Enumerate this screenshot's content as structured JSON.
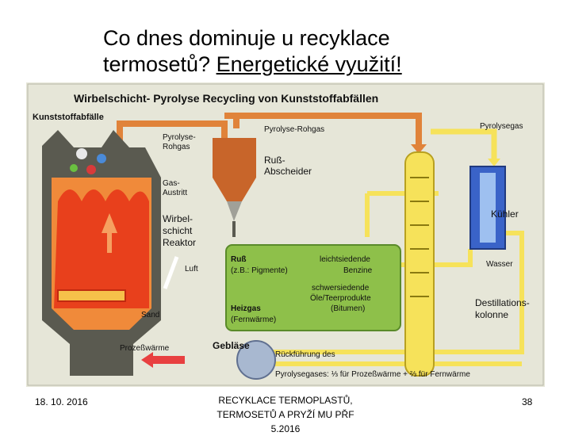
{
  "slide": {
    "title_line1": "Co dnes dominuje u recyklace",
    "title_line2_plain": "termosetů? ",
    "title_line2_underlined": "Energetické využití!",
    "footer_date": "18. 10. 2016",
    "footer_center_line1": "RECYKLACE TERMOPLASTŮ,",
    "footer_center_line2": "TERMOSETŮ A PRYŽÍ MU PŘF",
    "footer_center_line3": "5.2016",
    "page_number": "38"
  },
  "diagram": {
    "heading": "Wirbelschicht- Pyrolyse Recycling von Kunststoffabfällen",
    "labels": {
      "kunststoffabfaelle": "Kunststoffabfälle",
      "pyrolyse_rohgas_top": "Pyrolyse-Rohgas",
      "pyrolyse_rohgas_left_1": "Pyrolyse-",
      "pyrolyse_rohgas_left_2": "Rohgas",
      "pyrolysegas": "Pyrolysegas",
      "russ_abscheider_1": "Ruß-",
      "russ_abscheider_2": "Abscheider",
      "gas_austritt_1": "Gas-",
      "gas_austritt_2": "Austritt",
      "wirbelschicht_1": "Wirbel-",
      "wirbelschicht_2": "schicht",
      "wirbelschicht_3": "Reaktor",
      "luft": "Luft",
      "sand": "Sand",
      "prozesswaerme": "Prozeßwärme",
      "russ": "Ruß",
      "pigmente": "(z.B.: Pigmente)",
      "leichtsiedende_1": "leichtsiedende",
      "leichtsiedende_2": "Benzine",
      "schwersiedende_1": "schwersiedende",
      "schwersiedende_2": "Öle/Teerprodukte",
      "bitumen": "(Bitumen)",
      "heizgas_1": "Heizgas",
      "heizgas_2": "(Fernwärme)",
      "kuehler": "Kühler",
      "wasser": "Wasser",
      "destillations_1": "Destillations-",
      "destillations_2": "kolonne",
      "geblaese": "Gebläse",
      "rueckfuehrung": "Rückführung des",
      "pyrolysegases": "Pyrolysegases: ⅓ für Prozeßwärme + ⅔ für Fernwärme"
    }
  },
  "colors": {
    "background": "#e6e6d8",
    "pipe_orange": "#e0833a",
    "pipe_yellow": "#f6e25a",
    "reactor_dark": "#5a5a50",
    "fire_red": "#e8401c",
    "product_green": "#8ec04a",
    "cooler_blue": "#3a63c8",
    "cyclone_orange": "#c8652a"
  }
}
